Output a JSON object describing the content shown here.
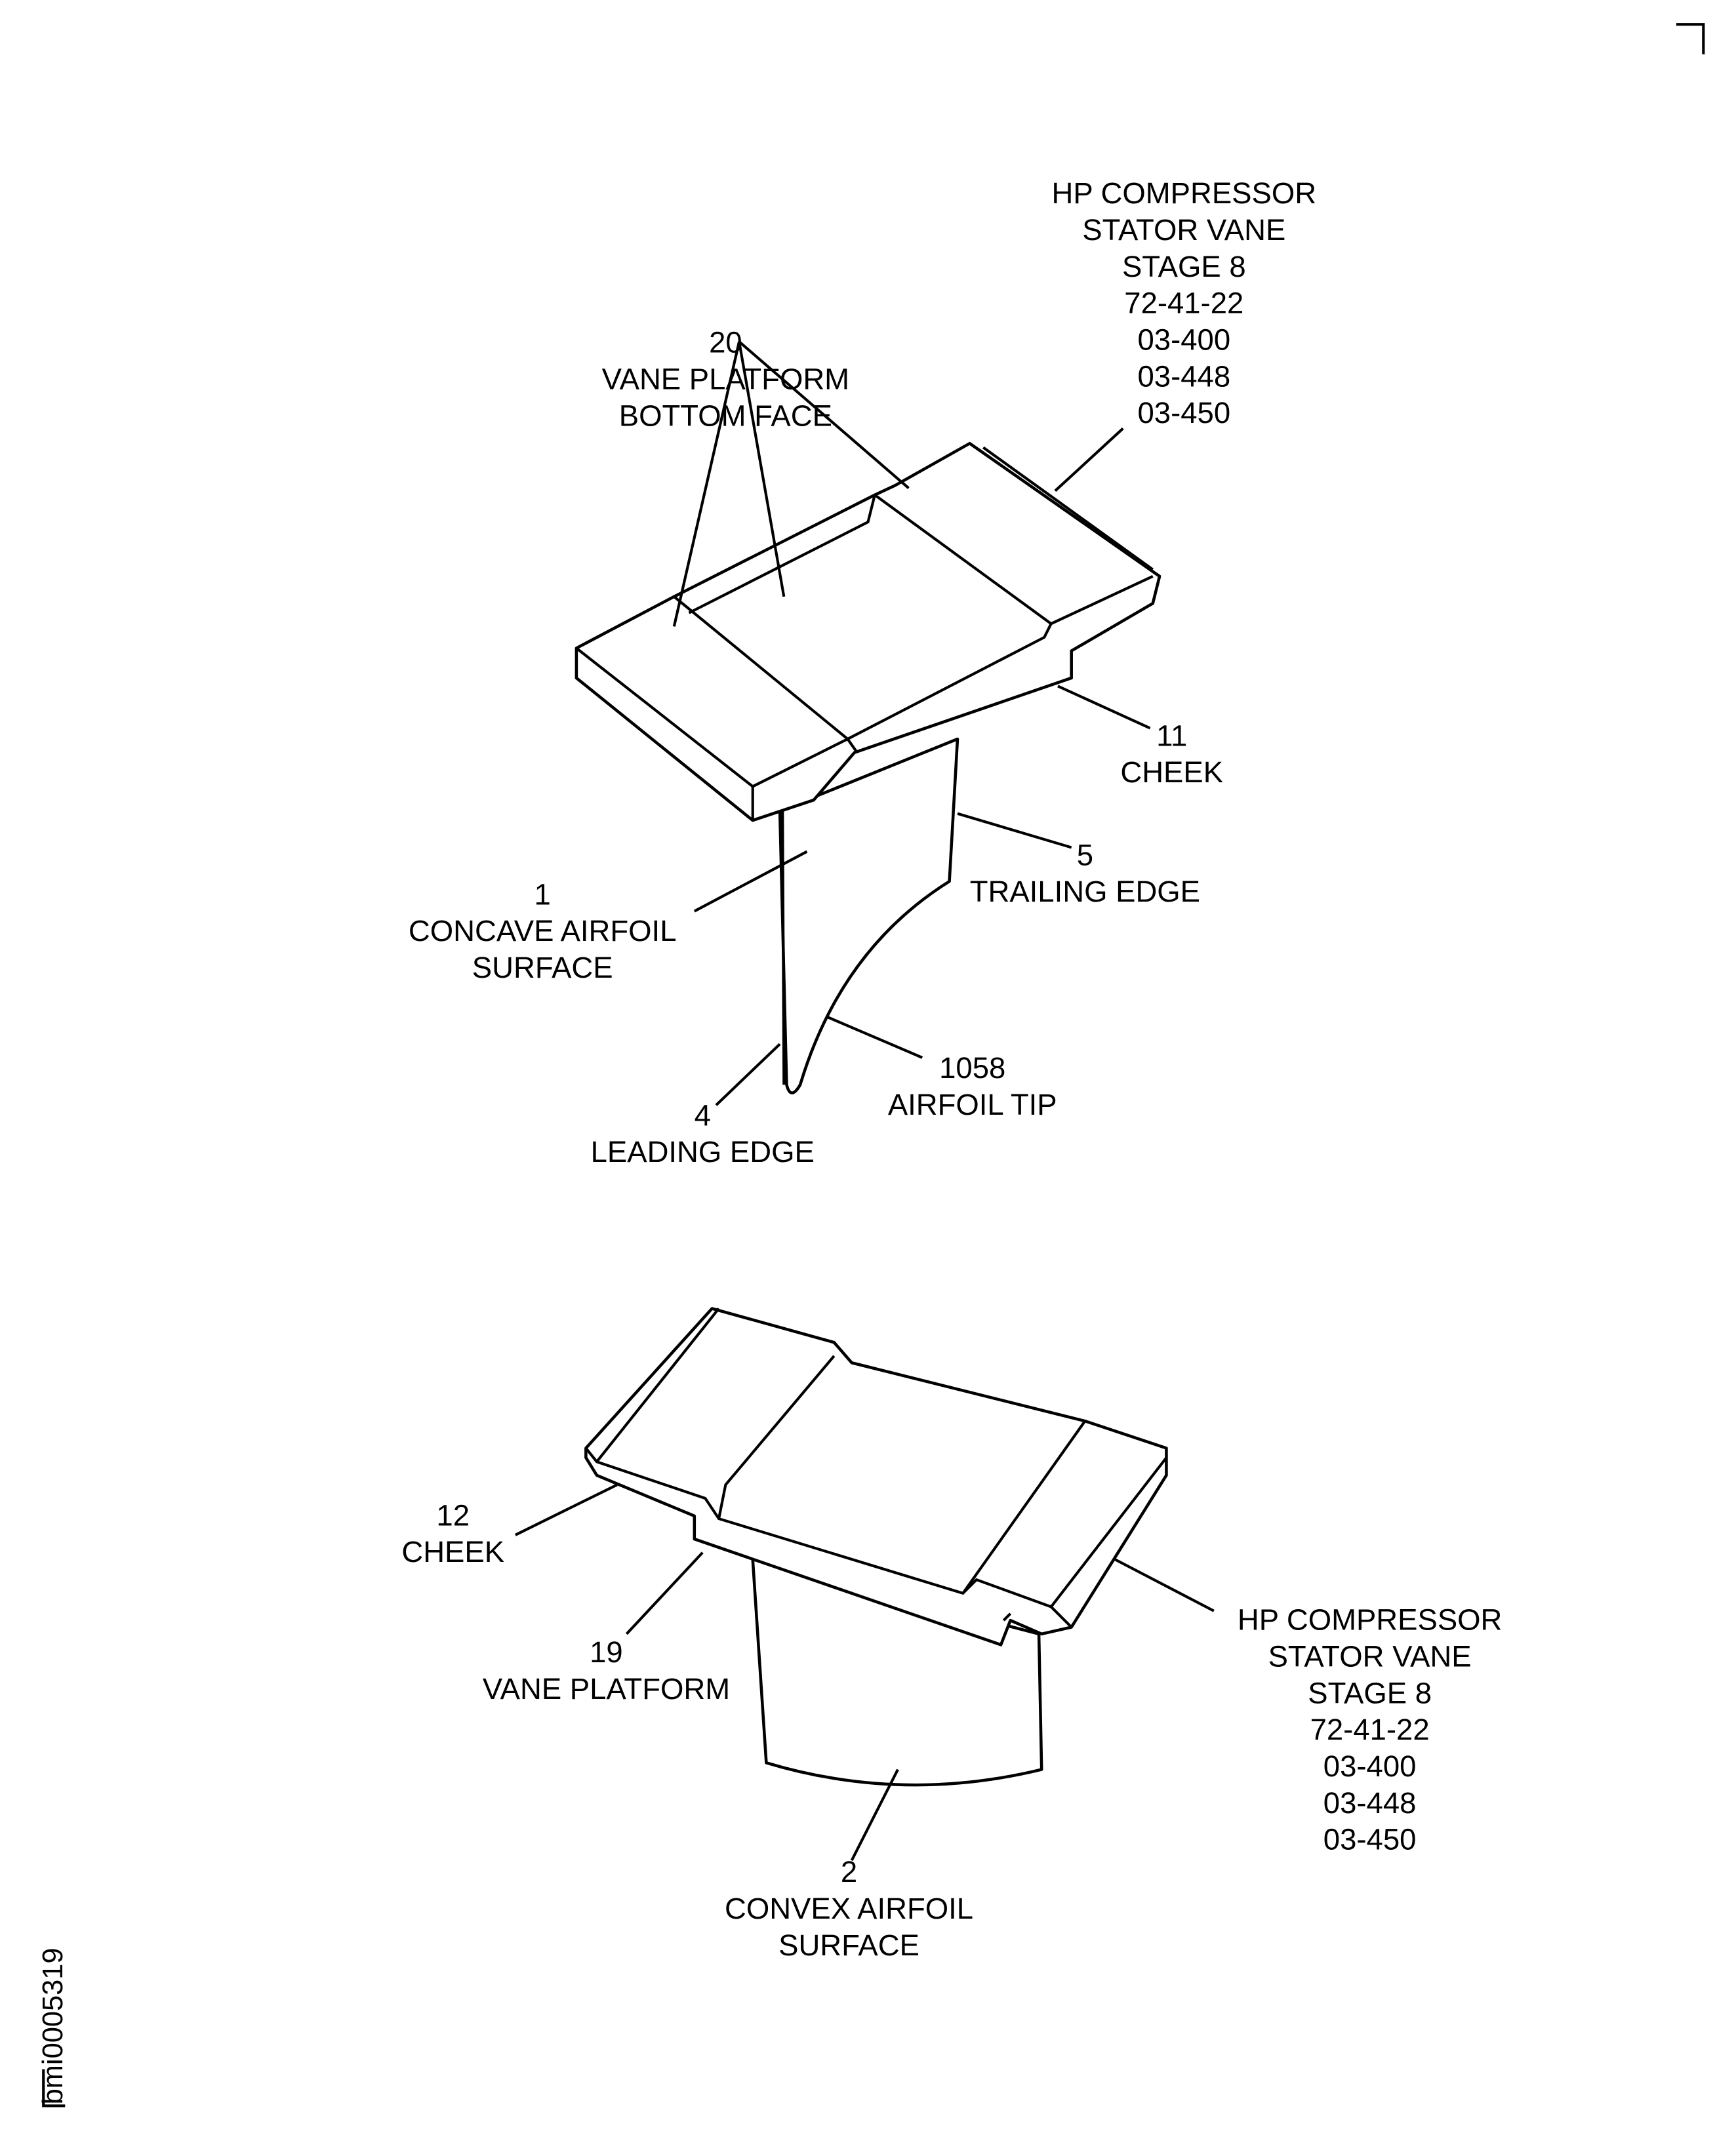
{
  "figure_id": "bmi0005319",
  "top_view": {
    "part_title": [
      "HP COMPRESSOR",
      "STATOR VANE",
      "STAGE 8",
      "72-41-22",
      "03-400",
      "03-448",
      "03-450"
    ],
    "labels": {
      "platform_bottom_face": [
        "20",
        "VANE PLATFORM",
        "BOTTOM FACE"
      ],
      "cheek": [
        "11",
        "CHEEK"
      ],
      "trailing_edge": [
        "5",
        "TRAILING EDGE"
      ],
      "concave_surface": [
        "1",
        "CONCAVE AIRFOIL",
        "SURFACE"
      ],
      "airfoil_tip": [
        "1058",
        "AIRFOIL TIP"
      ],
      "leading_edge": [
        "4",
        "LEADING EDGE"
      ]
    }
  },
  "bottom_view": {
    "part_title": [
      "HP COMPRESSOR",
      "STATOR VANE",
      "STAGE 8",
      "72-41-22",
      "03-400",
      "03-448",
      "03-450"
    ],
    "labels": {
      "cheek": [
        "12",
        "CHEEK"
      ],
      "vane_platform": [
        "19",
        "VANE PLATFORM"
      ],
      "convex_surface": [
        "2",
        "CONVEX AIRFOIL",
        "SURFACE"
      ]
    }
  }
}
